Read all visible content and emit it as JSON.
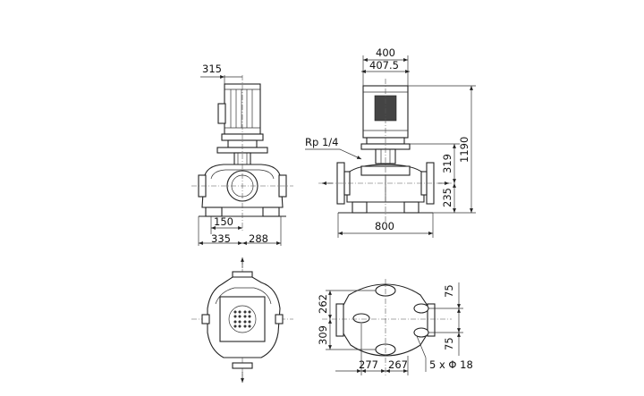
{
  "dimensions": {
    "side_top_width": "315",
    "side_offset_a": "150",
    "side_width_b": "335",
    "side_width_c": "288",
    "front_motor_width": "400",
    "front_motor_width2": "407.5",
    "front_port_label": "Rp 1/4",
    "front_total_height": "1190",
    "front_flange_height": "319",
    "front_base_height": "235",
    "front_base_width": "800",
    "plan_height_top": "262",
    "plan_height_bottom": "309",
    "plan_right_top": "75",
    "plan_right_bottom": "75",
    "plan_width_a": "277",
    "plan_width_b": "267",
    "plan_holes": "5 x Φ 18"
  }
}
